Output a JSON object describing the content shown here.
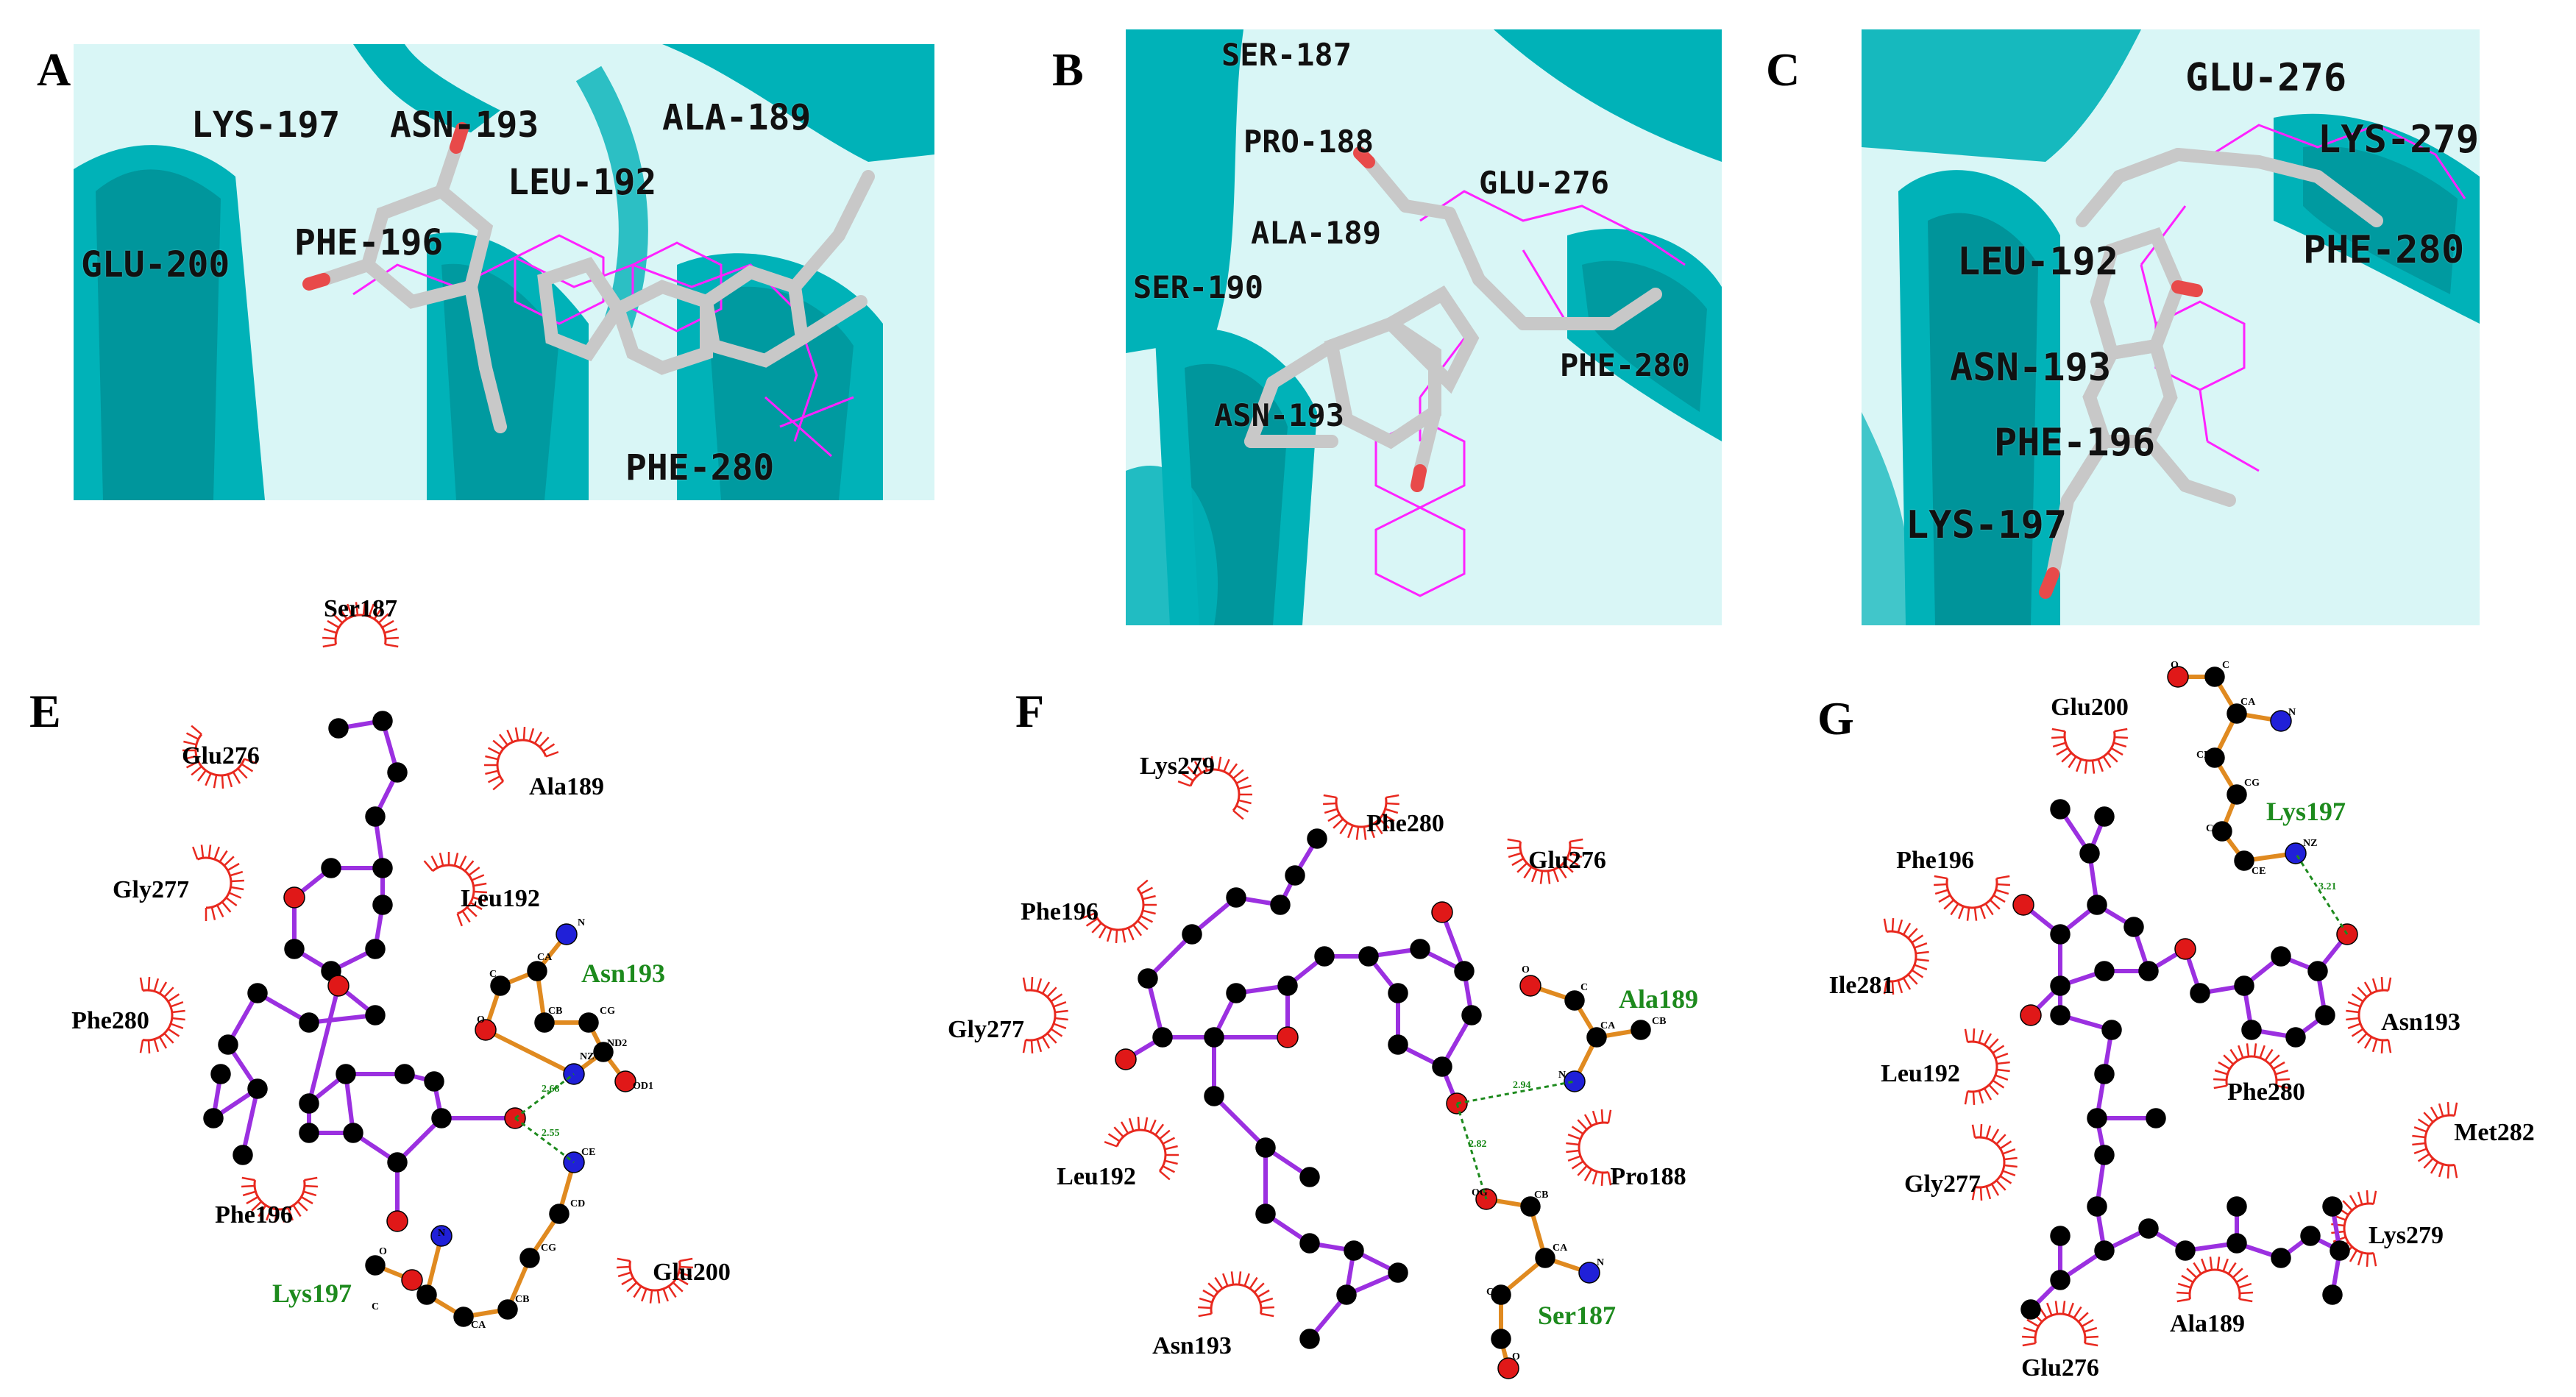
{
  "panels3d": [
    {
      "letter": "A",
      "residues": [
        "LYS-197",
        "ASN-193",
        "ALA-189",
        "LEU-192",
        "PHE-196",
        "GLU-200",
        "PHE-280"
      ]
    },
    {
      "letter": "B",
      "residues": [
        "SER-187",
        "PRO-188",
        "GLU-276",
        "ALA-189",
        "SER-190",
        "PHE-280",
        "ASN-193"
      ]
    },
    {
      "letter": "C",
      "residues": [
        "GLU-276",
        "LYS-279",
        "LEU-192",
        "PHE-280",
        "ASN-193",
        "PHE-196",
        "LYS-197"
      ]
    }
  ],
  "panels2d": [
    {
      "letter": "E",
      "hydrophobic": [
        "Ser187",
        "Glu276",
        "Ala189",
        "Gly277",
        "Leu192",
        "Phe280",
        "Phe196",
        "Glu200"
      ],
      "hbond_residues": [
        "Asn193",
        "Lys197"
      ],
      "distances": [
        "2.68",
        "2.55"
      ],
      "atoms": [
        "N",
        "CA",
        "C",
        "O",
        "CB",
        "CG",
        "ND2",
        "OD1",
        "NZ",
        "CE",
        "CD",
        "CG",
        "CB",
        "CA",
        "N",
        "O",
        "C"
      ]
    },
    {
      "letter": "F",
      "hydrophobic": [
        "Lys279",
        "Phe280",
        "Glu276",
        "Phe196",
        "Gly277",
        "Leu192",
        "Pro188",
        "Asn193"
      ],
      "hbond_residues": [
        "Ala189",
        "Ser187"
      ],
      "distances": [
        "2.94",
        "2.82"
      ],
      "atoms": [
        "O",
        "C",
        "CA",
        "CB",
        "N",
        "OG",
        "CB",
        "CA",
        "N",
        "C",
        "O"
      ]
    },
    {
      "letter": "G",
      "hydrophobic": [
        "Glu200",
        "Phe196",
        "Ile281",
        "Leu192",
        "Gly277",
        "Asn193",
        "Phe280",
        "Met282",
        "Lys279",
        "Ala189",
        "Glu276"
      ],
      "hbond_residues": [
        "Lys197"
      ],
      "distances": [
        "3.21"
      ],
      "atoms": [
        "O",
        "C",
        "CA",
        "N",
        "CB",
        "CG",
        "CD",
        "CE",
        "NZ"
      ]
    }
  ],
  "colors": {
    "ribbon": "#00b2b8",
    "ribbon_dark": "#008a90",
    "ligand_stick": "#c8c8c8",
    "oxygen": "#e84a4a",
    "magenta": "#ff22ff",
    "hydrophobic_arc": "#e8281e",
    "ligand_bond": "#9b30e0",
    "residue_bond": "#e08a20",
    "hbond": "#1d8a1d",
    "atom_c": "#000000",
    "atom_o": "#e01818",
    "atom_n": "#2020d8"
  }
}
